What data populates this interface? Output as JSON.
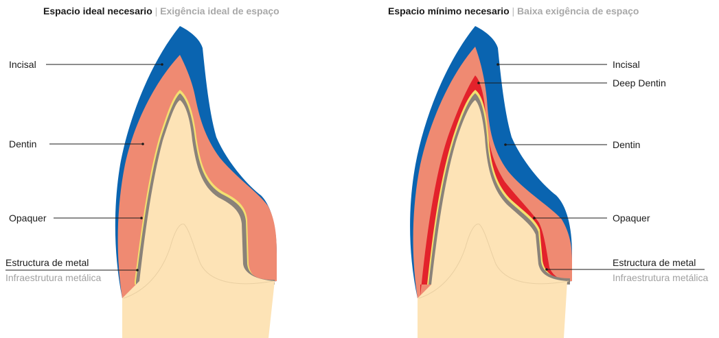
{
  "panels": [
    {
      "title_main": "Espacio ideal necesario",
      "title_separator": "|",
      "title_sub": "Exigência ideal de espaço",
      "labels": {
        "incisal": "Incisal",
        "dentin": "Dentin",
        "opaquer": "Opaquer",
        "metal_es": "Estructura de metal",
        "metal_pt": "Infraestrutura metálica"
      }
    },
    {
      "title_main": "Espacio mínimo necesario",
      "title_separator": "|",
      "title_sub": "Baixa exigência de espaço",
      "labels": {
        "incisal": "Incisal",
        "deep_dentin": "Deep Dentin",
        "dentin": "Dentin",
        "opaquer": "Opaquer",
        "metal_es": "Estructura de metal",
        "metal_pt": "Infraestrutura metálica"
      }
    }
  ],
  "colors": {
    "incisal": "#0a64b0",
    "dentin": "#ef8a72",
    "deep_dentin": "#e3222b",
    "opaquer": "#f3e070",
    "metal": "#8a8279",
    "abutment": "#fde3b6",
    "abutment_line": "#e9cfa2",
    "leader": "#1a1a1a"
  }
}
